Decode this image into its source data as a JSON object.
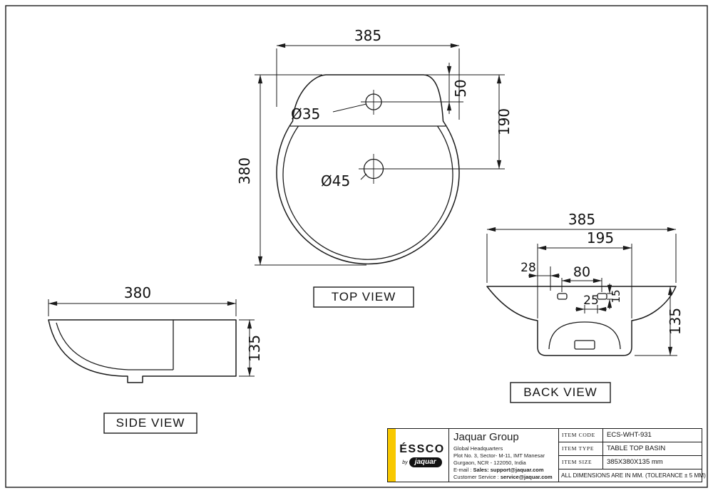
{
  "drawing": {
    "top_view": {
      "label": "TOP VIEW",
      "dim_width": "385",
      "dim_height": "380",
      "dim_tap_from_back": "50",
      "dim_drain_from_back": "190",
      "tap_hole_dia": "Ø35",
      "drain_hole_dia": "Ø45"
    },
    "side_view": {
      "label": "SIDE VIEW",
      "dim_width": "380",
      "dim_height": "135"
    },
    "back_view": {
      "label": "BACK VIEW",
      "dim_width": "385",
      "dim_plate_width": "195",
      "dim_offset": "28",
      "dim_hole_spacing": "80",
      "dim_small": "25",
      "dim_hole_height": "15",
      "dim_height": "135"
    }
  },
  "title_block": {
    "logo_text": "ÉSSCO",
    "logo_by": "by",
    "logo_brand": "jaquar",
    "company": "Jaquar Group",
    "address_lines": [
      "Global Headquarters",
      "Plot No. 3, Sector- M-11, IMT Manesar",
      "Gurgaon, NCR - 122050, India"
    ],
    "email_label": "E-mail :",
    "email_sales_label": "Sales:",
    "email_sales_value": "support@jaquar.com",
    "service_label": "Customer Service :",
    "service_value": "service@jaquar.com",
    "items": [
      {
        "label": "ITEM CODE",
        "value": "ECS-WHT-931"
      },
      {
        "label": "ITEM TYPE",
        "value": "TABLE TOP BASIN"
      },
      {
        "label": "ITEM SIZE",
        "value": "385X380X135 mm"
      }
    ],
    "note": "ALL DIMENSIONS ARE IN MM. (TOLERANCE ± 5 MM)"
  },
  "colors": {
    "line": "#1a1a1a",
    "accent_yellow": "#f8c800"
  }
}
